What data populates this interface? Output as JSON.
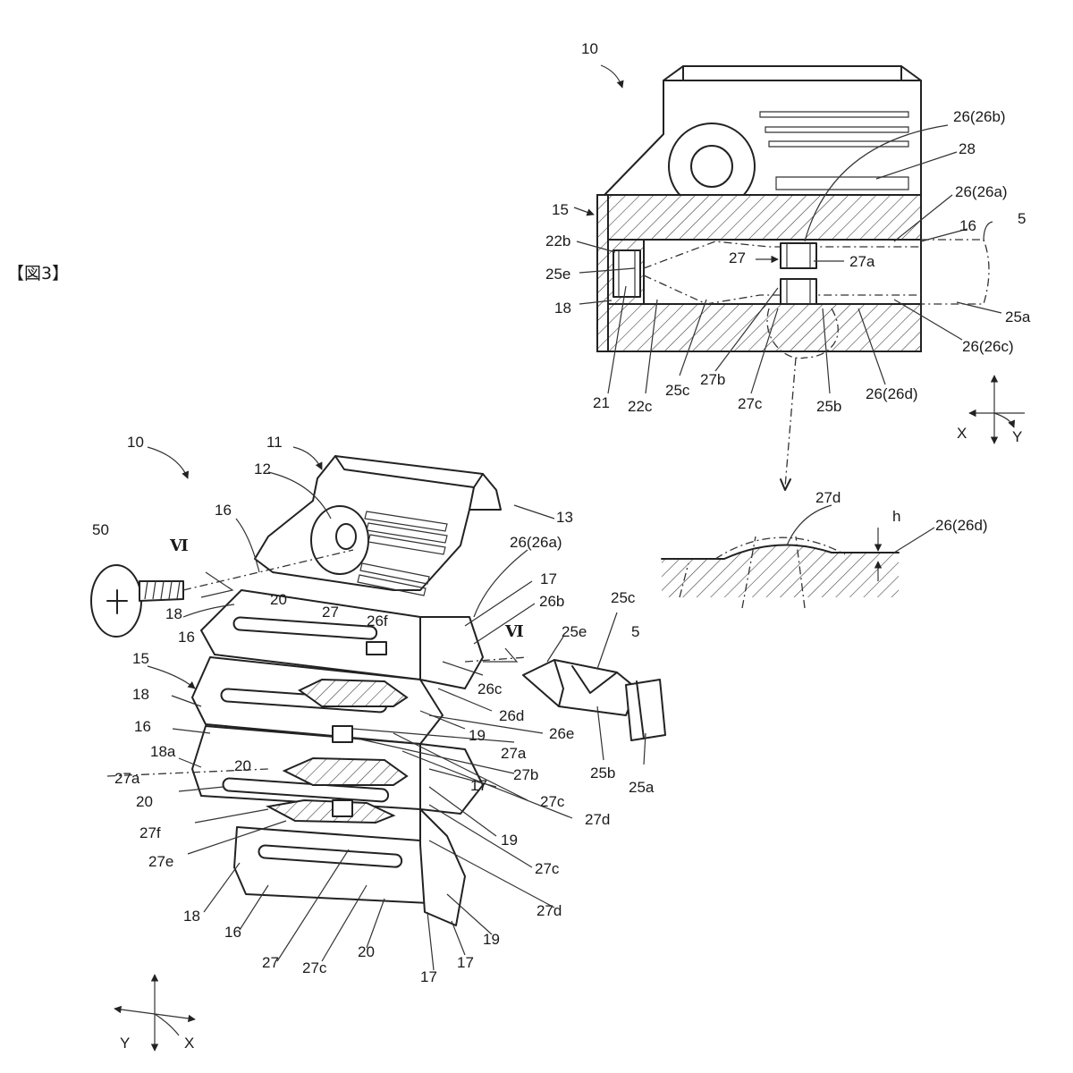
{
  "figure": {
    "title": "【図3】"
  },
  "section_view": {
    "labels": {
      "ref_10": "10",
      "ref_15": "15",
      "ref_22b": "22b",
      "ref_25e": "25e",
      "ref_18": "18",
      "ref_21": "21",
      "ref_22c": "22c",
      "ref_25c": "25c",
      "ref_27b": "27b",
      "ref_27c": "27c",
      "ref_25b": "25b",
      "ref_26_26d": "26(26d)",
      "ref_26_26b": "26(26b)",
      "ref_28": "28",
      "ref_26_26a": "26(26a)",
      "ref_16": "16",
      "ref_5": "5",
      "ref_27": "27",
      "ref_27a": "27a",
      "ref_25a": "25a",
      "ref_26_26c": "26(26c)"
    },
    "axes": {
      "x": "X",
      "y": "Y"
    }
  },
  "detail_view": {
    "labels": {
      "ref_27d": "27d",
      "ref_h": "h",
      "ref_26_26d": "26(26d)"
    }
  },
  "perspective_view": {
    "labels": {
      "ref_10": "10",
      "ref_11": "11",
      "ref_12": "12",
      "ref_13": "13",
      "ref_50": "50",
      "ref_16a": "16",
      "ref_VI_left": "Ⅵ",
      "ref_18a": "18",
      "ref_20a": "20",
      "ref_27a_top": "27",
      "ref_26f": "26f",
      "ref_26_26a": "26(26a)",
      "ref_17a": "17",
      "ref_26b": "26b",
      "ref_VI_right": "Ⅵ",
      "ref_25e": "25e",
      "ref_25c": "25c",
      "ref_5": "5",
      "ref_16b": "16",
      "ref_15": "15",
      "ref_18b": "18",
      "ref_26c": "26c",
      "ref_26d": "26d",
      "ref_26e": "26e",
      "ref_19a": "19",
      "ref_16c": "16",
      "ref_18a_sub": "18a",
      "ref_20b": "20",
      "ref_27a_1": "27a",
      "ref_27b": "27b",
      "ref_17b": "17",
      "ref_27c_1": "27c",
      "ref_27d_1": "27d",
      "ref_25b": "25b",
      "ref_25a": "25a",
      "ref_27a_2": "27a",
      "ref_20c": "20",
      "ref_27f": "27f",
      "ref_27e": "27e",
      "ref_19b": "19",
      "ref_27c_2": "27c",
      "ref_27d_2": "27d",
      "ref_18c": "18",
      "ref_16d": "16",
      "ref_27_bottom": "27",
      "ref_27c_3": "27c",
      "ref_20d": "20",
      "ref_17c": "17",
      "ref_17d": "17",
      "ref_19c": "19"
    },
    "axes": {
      "x": "X",
      "y": "Y"
    }
  }
}
